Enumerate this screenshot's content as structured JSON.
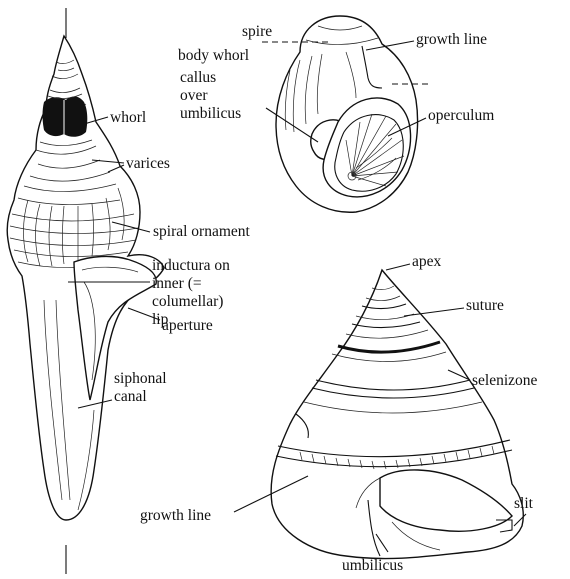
{
  "labels": {
    "whorl": "whorl",
    "varices": "varices",
    "spiral_ornament": "spiral ornament",
    "inductura_1": "inductura on",
    "inductura_2": "inner (=",
    "inductura_3": "columellar)",
    "inductura_4": "lip",
    "aperture": "aperture",
    "siphonal_1": "siphonal",
    "siphonal_2": "canal",
    "spire": "spire",
    "body_whorl": "body whorl",
    "callus_1": "callus",
    "callus_2": "over",
    "callus_3": "umbilicus",
    "growth_line_top": "growth line",
    "operculum": "operculum",
    "apex": "apex",
    "suture": "suture",
    "selenizone": "selenizone",
    "slit": "slit",
    "growth_line_bottom": "growth line",
    "umbilicus": "umbilicus"
  }
}
